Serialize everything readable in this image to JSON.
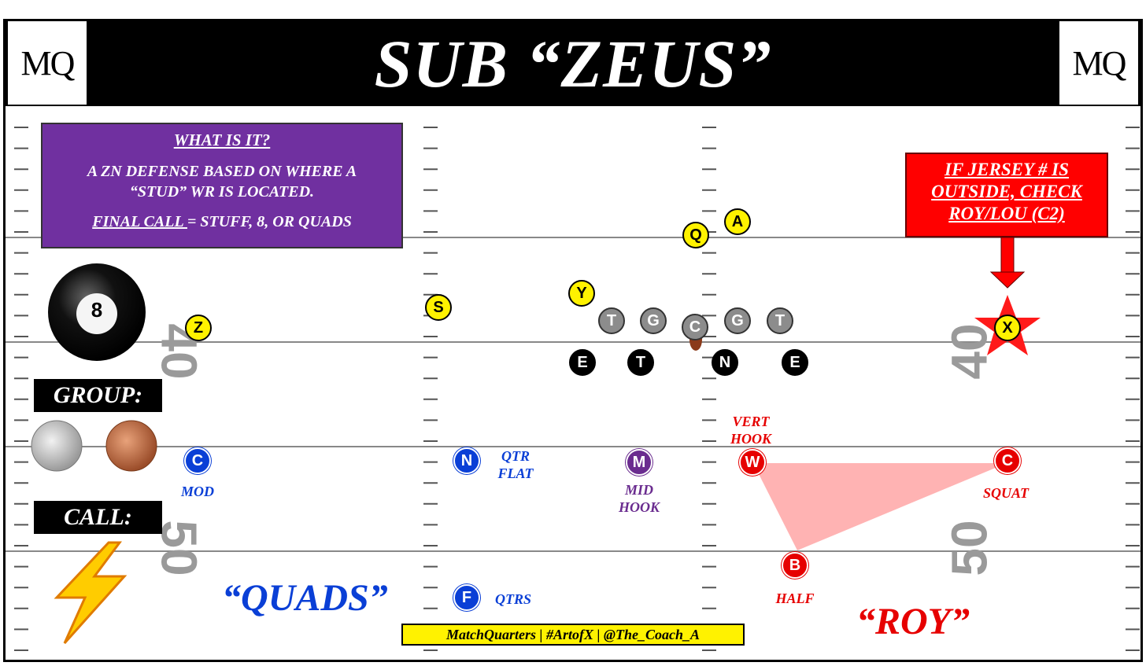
{
  "header": {
    "title": "SUB “ZEUS”",
    "logo_text": "MQ",
    "logo_x": "x"
  },
  "info": {
    "question": "WHAT IS IT?",
    "answer_line1": "A ZN DEFENSE BASED ON WHERE A",
    "answer_line2": "“STUD” WR IS LOCATED.",
    "final_call_label": "FINAL CALL ",
    "final_call_value": "= STUFF, 8, OR QUADS"
  },
  "alert": {
    "line1": "IF JERSEY # IS",
    "line2": "OUTSIDE, CHECK",
    "line3": "ROY/LOU (C2)"
  },
  "eight_ball": {
    "number": "8"
  },
  "group_label": "GROUP:",
  "call_label": "CALL:",
  "calls": {
    "left": "“QUADS”",
    "right": "“ROY”"
  },
  "credit": "MatchQuarters | #ArtofX | @The_Coach_A",
  "yard_numbers": {
    "n40": "40",
    "n50": "50"
  },
  "offense": [
    {
      "id": "Q",
      "label": "Q"
    },
    {
      "id": "A",
      "label": "A"
    },
    {
      "id": "Y",
      "label": "Y"
    },
    {
      "id": "S",
      "label": "S"
    },
    {
      "id": "Z",
      "label": "Z"
    },
    {
      "id": "X",
      "label": "X"
    }
  ],
  "line": [
    {
      "label": "T"
    },
    {
      "label": "G"
    },
    {
      "label": "C"
    },
    {
      "label": "G"
    },
    {
      "label": "T"
    }
  ],
  "dline": [
    {
      "label": "E"
    },
    {
      "label": "T"
    },
    {
      "label": "N"
    },
    {
      "label": "E"
    }
  ],
  "defense": {
    "C_left": {
      "label": "C",
      "role": "MOD"
    },
    "N": {
      "label": "N",
      "role1": "QTR",
      "role2": "FLAT"
    },
    "M": {
      "label": "M",
      "role1": "MID",
      "role2": "HOOK"
    },
    "W": {
      "label": "W",
      "role1": "VERT",
      "role2": "HOOK"
    },
    "C_right": {
      "label": "C",
      "role": "SQUAT"
    },
    "B": {
      "label": "B",
      "role": "HALF"
    },
    "F": {
      "label": "F",
      "role": "QTRS"
    }
  },
  "colors": {
    "purple_box": "#7030a0",
    "alert_red": "#ff0000",
    "offense_yellow": "#fff200",
    "zone_fill": "#ffb3b3"
  }
}
